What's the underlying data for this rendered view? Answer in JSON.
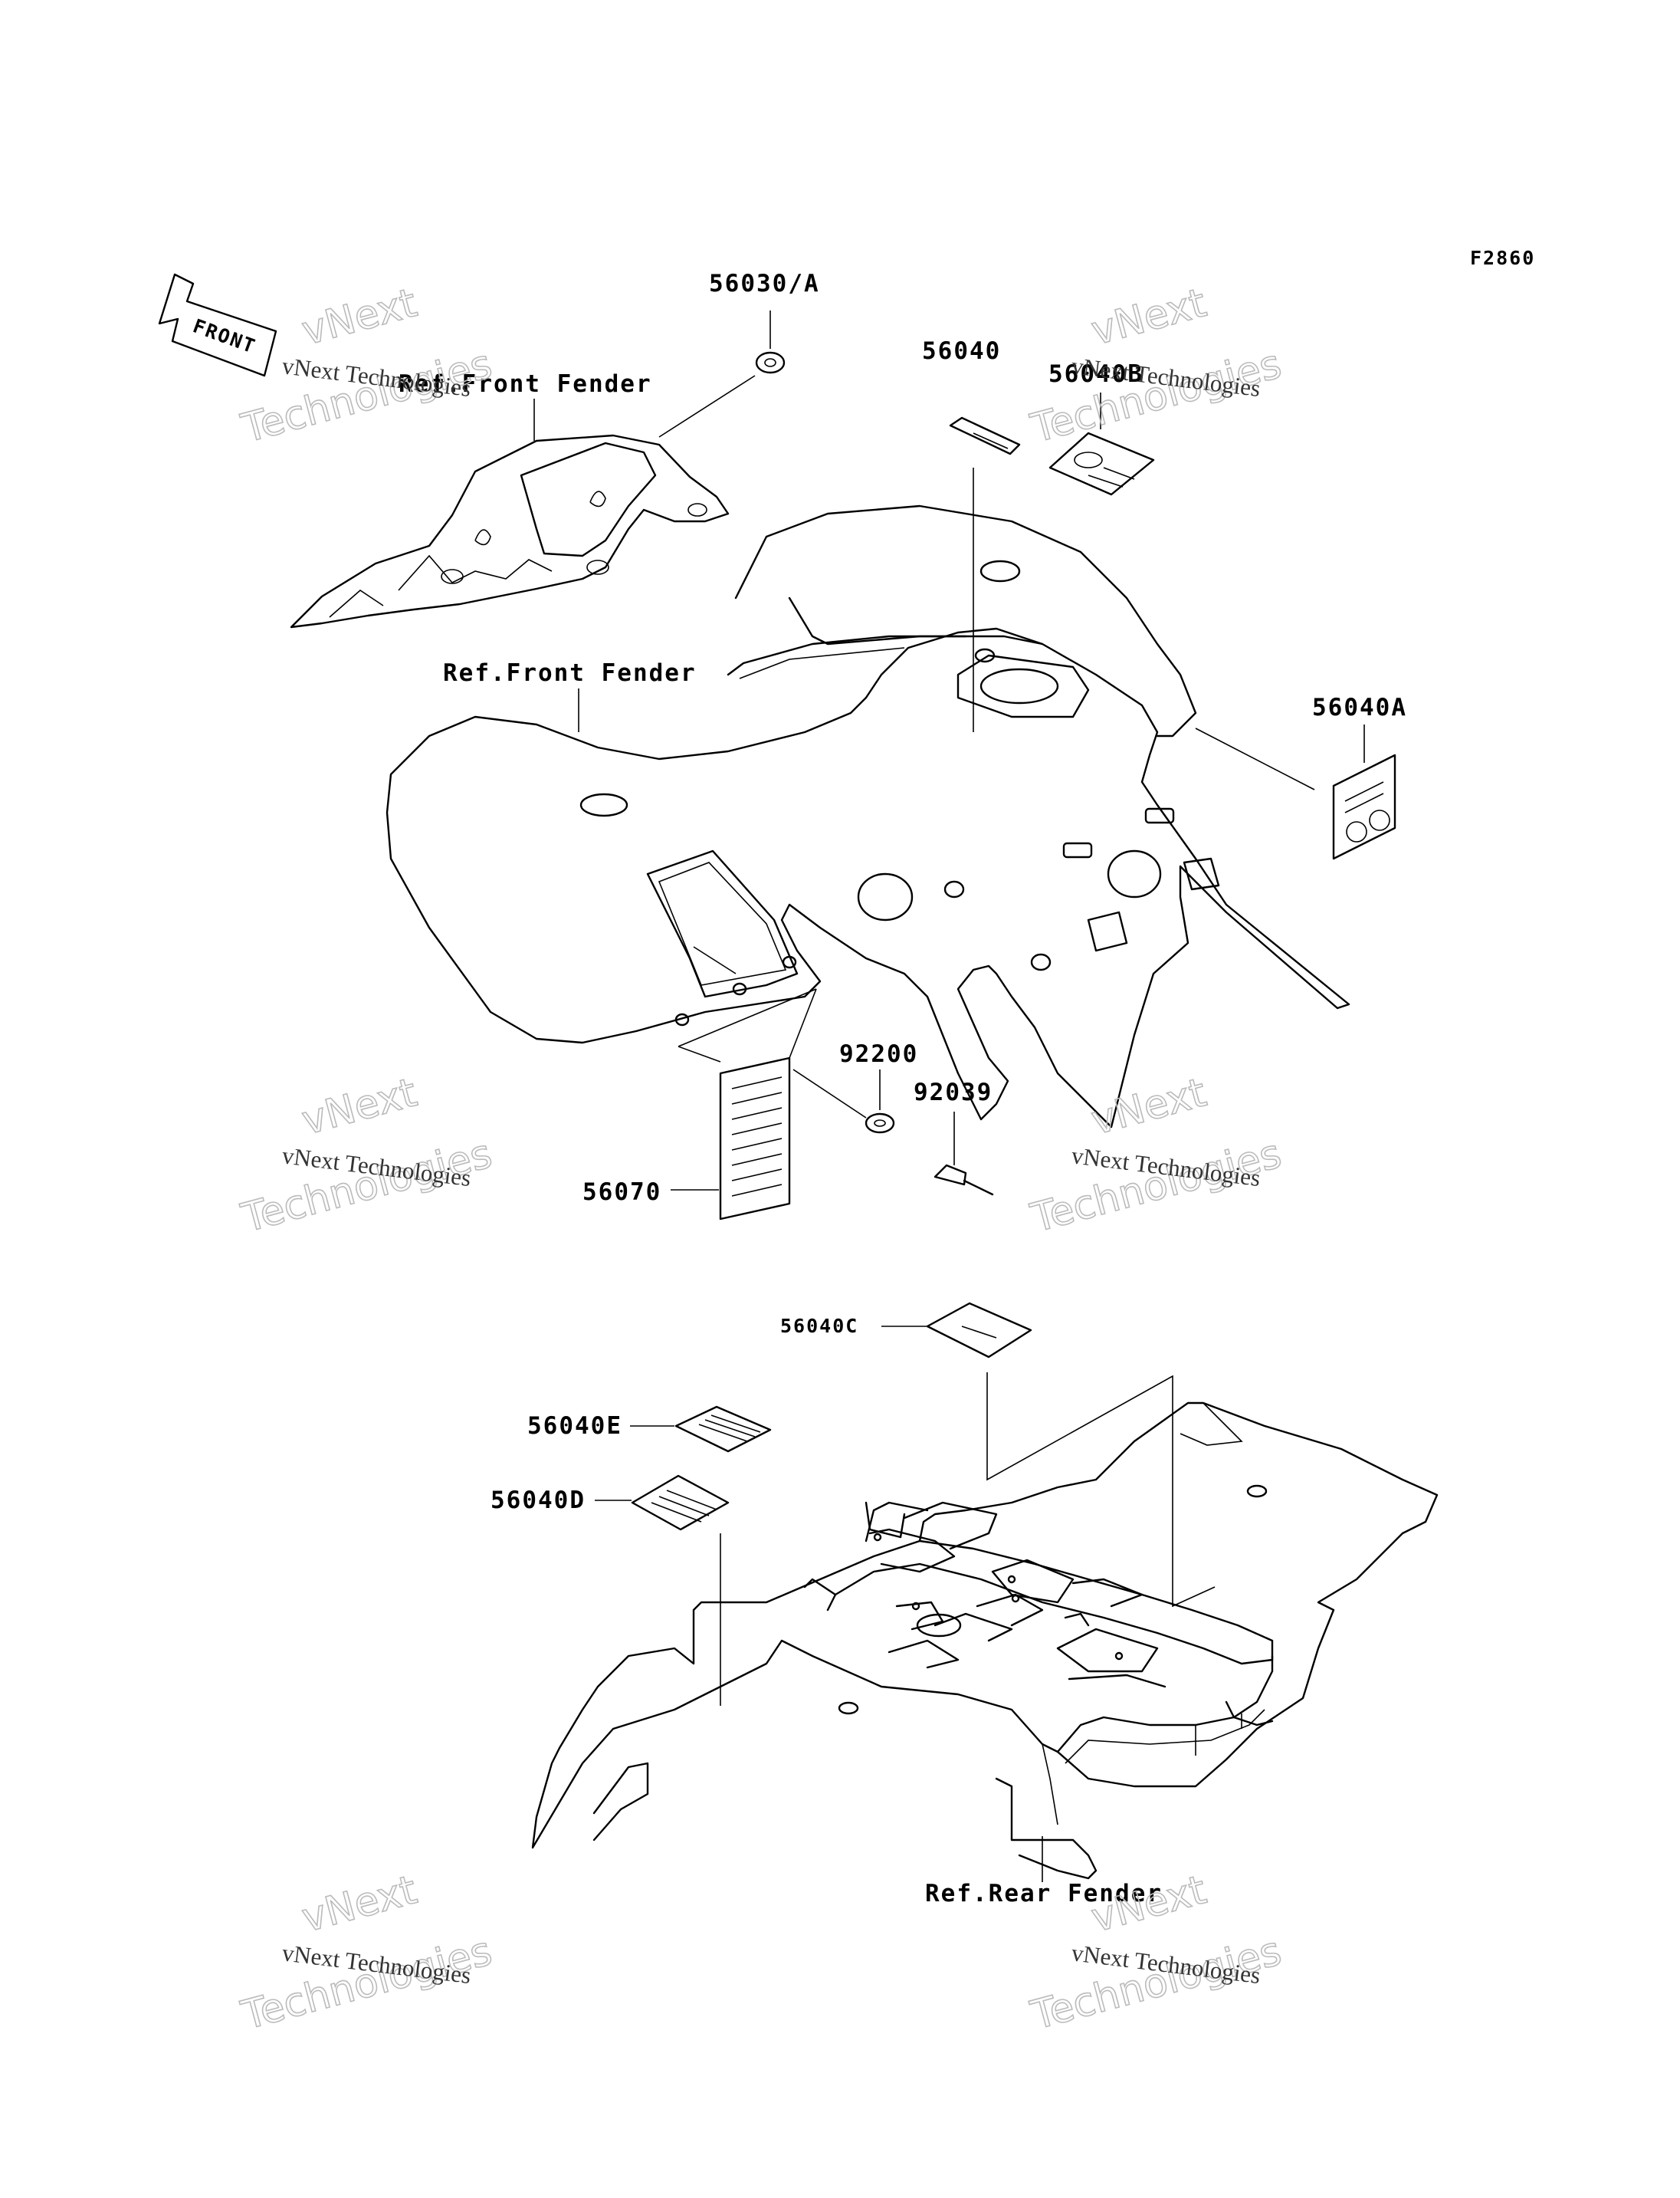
{
  "figure_code": "F2860",
  "front_arrow": "FRONT",
  "watermark": {
    "line1": "vNext Technologies",
    "line2a": "vNext",
    "line2b": "Technologies"
  },
  "labels": {
    "front_fender_top": "Ref.Front Fender",
    "front_fender_mid": "Ref.Front Fender",
    "rear_fender": "Ref.Rear Fender"
  },
  "parts": {
    "p56030A": "56030/A",
    "p56040": "56040",
    "p56040B": "56040B",
    "p56040A": "56040A",
    "p92200": "92200",
    "p92039": "92039",
    "p56070": "56070",
    "p56040C": "56040C",
    "p56040E": "56040E",
    "p56040D": "56040D"
  }
}
